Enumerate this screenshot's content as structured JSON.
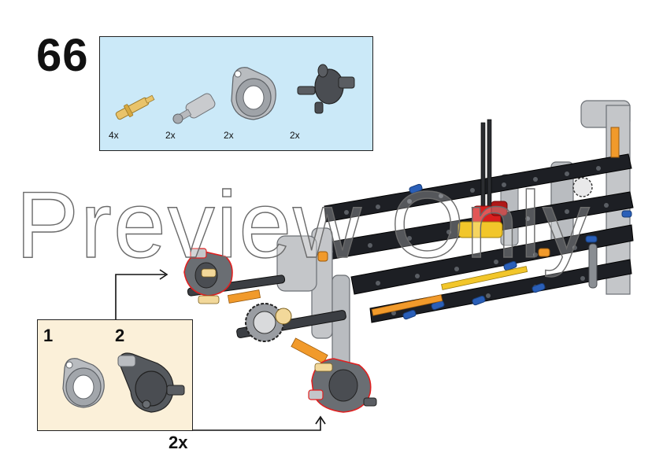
{
  "step": {
    "number": "66"
  },
  "parts": [
    {
      "qty": "4x",
      "icon": "pin-with-axle-icon"
    },
    {
      "qty": "2x",
      "icon": "ball-joint-icon"
    },
    {
      "qty": "2x",
      "icon": "hub-housing-icon"
    },
    {
      "qty": "2x",
      "icon": "cv-joint-icon"
    }
  ],
  "subassembly": {
    "step1": "1",
    "step2": "2",
    "multiplier": "2x"
  },
  "watermark": "Preview Only",
  "colors": {
    "parts_bg": "#cbe9f8",
    "sub_bg": "#fbf0d9",
    "highlight": "#e02020",
    "beam": "#1d1f24"
  }
}
